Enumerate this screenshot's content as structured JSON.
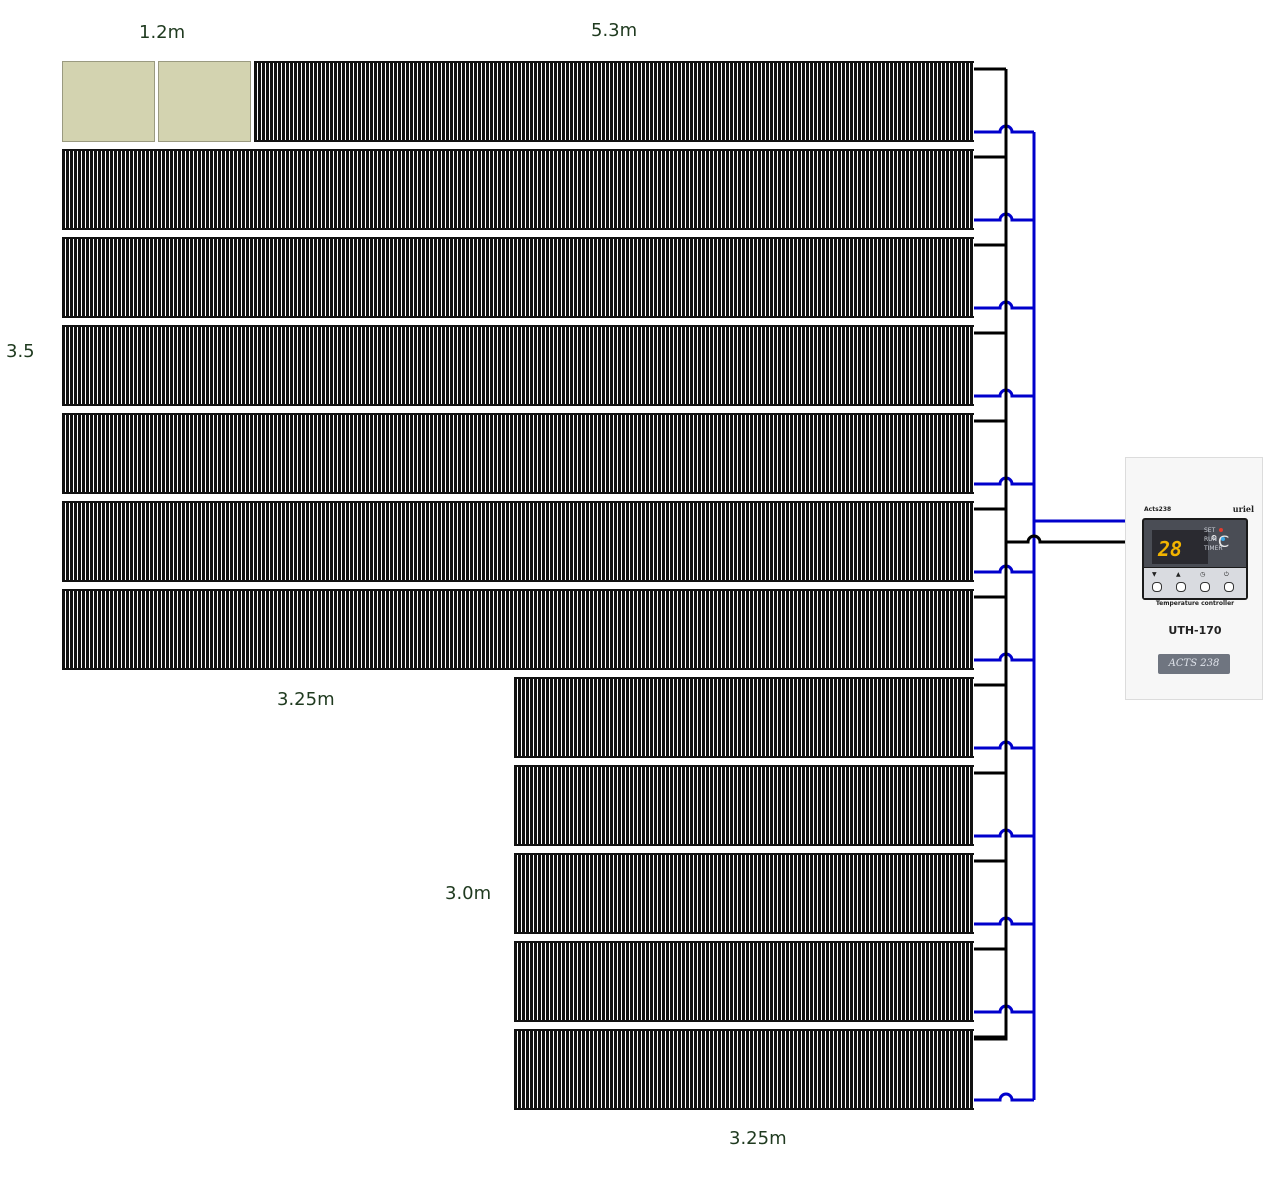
{
  "dimensions": {
    "top_left": "1.2m",
    "top_right": "5.3m",
    "left_side": "3.5",
    "upper_bottom": "3.25m",
    "lower_left": "3.0m",
    "lower_bottom": "3.25m"
  },
  "controller": {
    "brand_left": "Acts238",
    "brand_right": "uriel",
    "temperature": "28",
    "unit": "°C",
    "indicator_set": "SET",
    "indicator_run": "RUN",
    "indicator_timer": "TIMER",
    "caption": "Temperature controller",
    "model": "UTH-170",
    "badge": "ACTS 238",
    "buttons": [
      "down-arrow-icon",
      "up-arrow-icon",
      "clock-icon",
      "power-icon"
    ]
  },
  "colors": {
    "panel": "#111111",
    "blank_area": "#d3d3b0",
    "wire_black": "#000000",
    "wire_blue": "#0000cc",
    "display_digits": "#f2b400",
    "dimension_text": "#1f3a1f"
  }
}
